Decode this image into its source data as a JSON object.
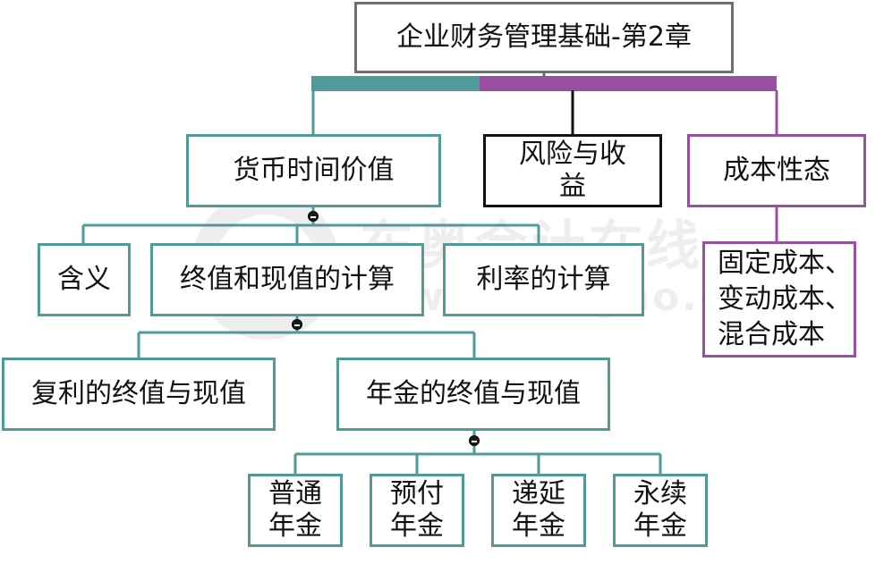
{
  "root": {
    "label": "企业财务管理基础-第2章"
  },
  "branches": [
    {
      "id": "time_value",
      "label": "货币时间价值"
    },
    {
      "id": "risk",
      "label": "风险与收\n益"
    },
    {
      "id": "cost",
      "label": "成本性态"
    }
  ],
  "time_value_children": [
    {
      "label": "含义"
    },
    {
      "label": "终值和现值的计算"
    },
    {
      "label": "利率的计算"
    }
  ],
  "cost_child": {
    "label": "固定成本、\n变动成本、\n混合成本"
  },
  "calc_children": [
    {
      "label": "复利的终值与现值"
    },
    {
      "label": "年金的终值与现值"
    }
  ],
  "annuity_children": [
    {
      "label": "普通\n年金"
    },
    {
      "label": "预付\n年金"
    },
    {
      "label": "递延\n年金"
    },
    {
      "label": "永续\n年金"
    }
  ],
  "watermark": {
    "cn": "东奥会计在线",
    "en": "www.dongao.com"
  },
  "colors": {
    "teal": "#4e9b98",
    "purple": "#9b4fa3",
    "black": "#111111",
    "gray": "#6f6f6f"
  }
}
